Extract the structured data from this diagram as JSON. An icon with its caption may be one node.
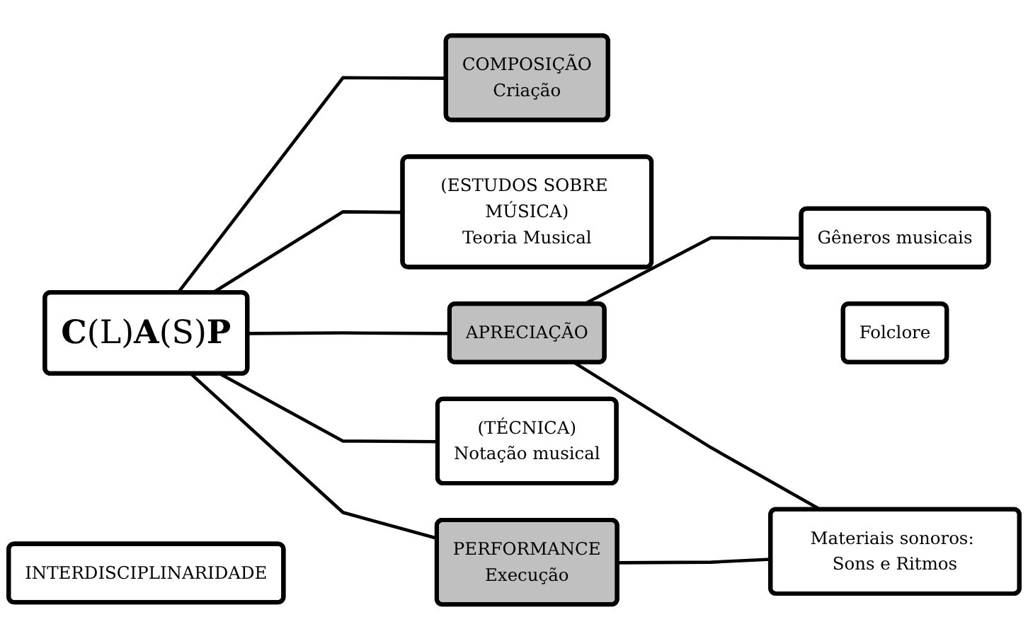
{
  "diagram": {
    "nodes": [
      {
        "text": [
          "**C**(L)**A**(S)**P**"
        ]
      },
      {
        "text": [
          "INTERDISCIPLINARIDADE"
        ]
      },
      {
        "text": [
          "COMPOSIÇÃO",
          "Criação"
        ]
      },
      {
        "text": [
          "(ESTUDOS SOBRE MÚSICA)",
          "Teoria Musical"
        ]
      },
      {
        "text": [
          "APRECIAÇÃO"
        ]
      },
      {
        "text": [
          "(TÉCNICA)",
          "Notação musical"
        ]
      },
      {
        "text": [
          "PERFORMANCE",
          "Execução"
        ]
      },
      {
        "text": [
          "Gêneros musicais"
        ]
      },
      {
        "text": [
          "Folclore"
        ]
      },
      {
        "text": [
          "Materiais sonoros: Sons e Ritmos"
        ]
      }
    ],
    "edges": [
      {
        "from": 0,
        "to": 2,
        "arrow": "none"
      },
      {
        "from": 0,
        "to": 3,
        "arrow": "none"
      },
      {
        "from": 0,
        "to": 4,
        "arrow": "none"
      },
      {
        "from": 0,
        "to": 5,
        "arrow": "none"
      },
      {
        "from": 0,
        "to": 6,
        "arrow": "none"
      },
      {
        "from": 4,
        "to": 7,
        "arrow": "none"
      },
      {
        "from": 4,
        "to": 9,
        "arrow": "none"
      },
      {
        "from": 6,
        "to": 9,
        "arrow": "none"
      }
    ]
  }
}
